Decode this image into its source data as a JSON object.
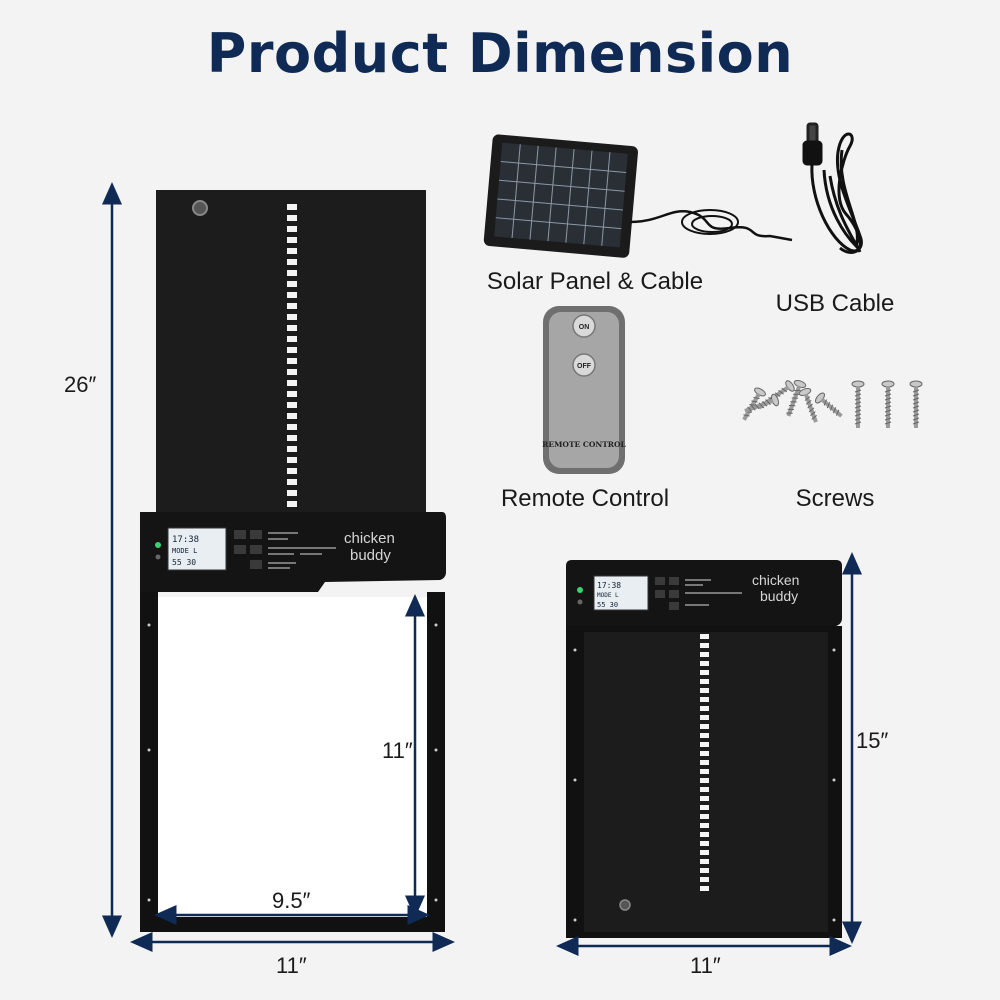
{
  "title": "Product Dimension",
  "colors": {
    "accent": "#0f2a55",
    "door_panel": "#1c1c1c",
    "frame": "#111111",
    "background": "#f3f3f3"
  },
  "main_door": {
    "brand": "chicken\nbuddy",
    "height_label": "26″",
    "opening_height_label": "11″",
    "opening_width_label": "9.5″",
    "width_label": "11″",
    "lcd": {
      "line1": "17:38",
      "line2": "MODE L",
      "line3": "55  30"
    }
  },
  "small_door": {
    "brand": "chicken\nbuddy",
    "height_label": "15″",
    "width_label": "11″",
    "lcd": {
      "line1": "17:38",
      "line2": "MODE L",
      "line3": "55  30"
    }
  },
  "accessories": [
    {
      "name": "solar-panel",
      "label": "Solar Panel & Cable"
    },
    {
      "name": "usb-cable",
      "label": "USB Cable"
    },
    {
      "name": "remote-control",
      "label": "Remote Control",
      "buttons": [
        "ON",
        "OFF"
      ],
      "print": "REMOTE CONTROL"
    },
    {
      "name": "screws",
      "label": "Screws"
    }
  ]
}
